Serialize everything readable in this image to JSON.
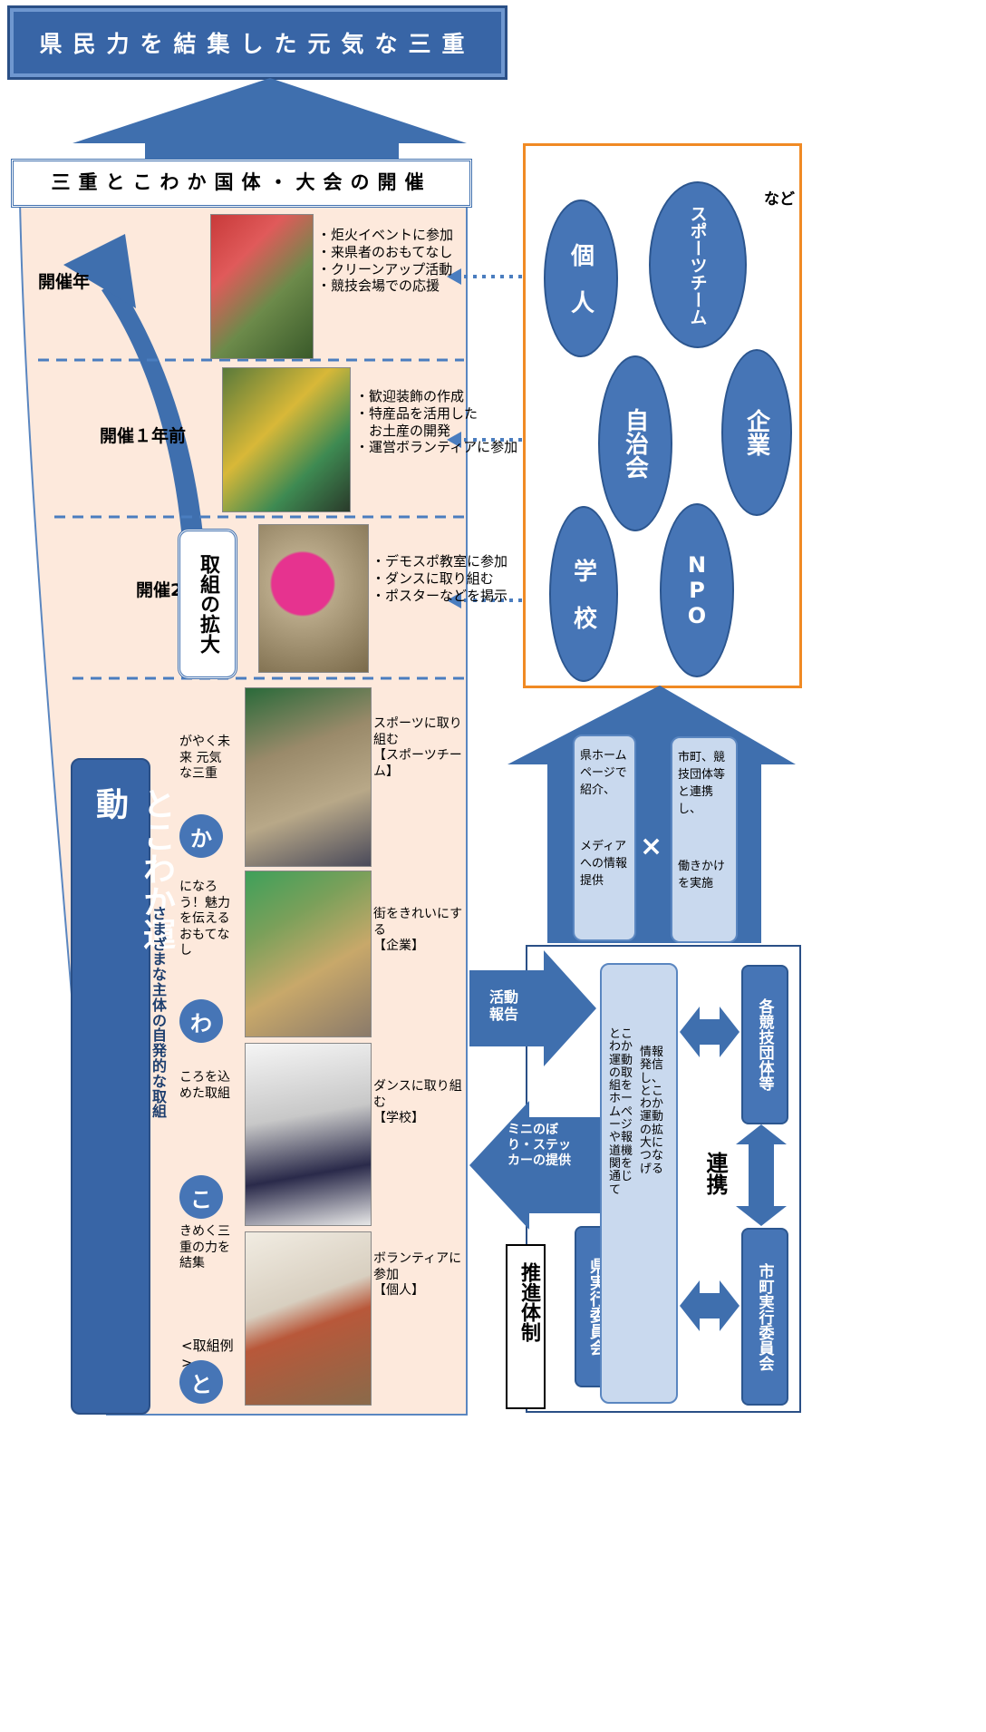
{
  "banner": {
    "title": "県民力を結集した元気な三重"
  },
  "event_box": {
    "title": "三重とこわか国体・大会の開催"
  },
  "movement": {
    "title": "とこわか運動",
    "subtitle": "さまざまな主体の自発的な取組",
    "examples_label": "<取組例>",
    "principles": [
      {
        "char": "と",
        "text": "きめく三重の力を結集"
      },
      {
        "char": "こ",
        "text": "ころを込めた取組"
      },
      {
        "char": "わ",
        "text": "になろう！魅力を伝えるおもてなし"
      },
      {
        "char": "か",
        "text": "がやく未来 元気な三重"
      }
    ],
    "examples": [
      {
        "line1": "ボランティアに参加",
        "line2": "【個人】"
      },
      {
        "line1": "ダンスに取り組む",
        "line2": "【学校】"
      },
      {
        "line1": "街をきれいにする",
        "line2": "【企業】"
      },
      {
        "line1": "スポーツに取り組む",
        "line2": "【スポーツチーム】"
      }
    ]
  },
  "timeline": {
    "expand_label": "取組の拡大",
    "periods": [
      {
        "label": "開催年",
        "items": [
          "・炬火イベントに参加",
          "・来県者のおもてなし",
          "・クリーンアップ活動",
          "・競技会場での応援"
        ]
      },
      {
        "label": "開催１年前",
        "items": [
          "・歓迎装飾の作成",
          "・特産品を活用した",
          "　お土産の開発",
          "・運営ボランティアに参加"
        ]
      },
      {
        "label": "開催2年前",
        "items": [
          "・デモスポ教室に参加",
          "・ダンスに取り組む",
          "・ポスターなどを掲示"
        ]
      }
    ]
  },
  "actors": {
    "items": [
      "個　人",
      "スポーツチーム",
      "自治会",
      "企業",
      "学　校",
      "NPO"
    ],
    "etc": "など"
  },
  "promotion": {
    "title": "推進体制",
    "pref_committee": "県実行委員会",
    "main_text_1": "とこわか運動の取組をホームページや報道機関を通じて",
    "main_text_2": "情報発信し、とこわか運動の拡大につなげる",
    "renkei": "連携",
    "town_committee": "市町実行委員会",
    "sports_orgs": "各競技団体等",
    "report_arrow": "活動報告",
    "supply_arrow": "ミニのぼり・ステッカーの提供"
  },
  "info": {
    "box1_1": "県ホームページで紹介、",
    "box1_2": "メディアへの情報提供",
    "cross": "×",
    "box2_1": "市町、競技団体等と連携し、",
    "box2_2": "働きかけを実施"
  },
  "colors": {
    "primary_blue": "#3f6fae",
    "peach": "#fde9dc",
    "orange": "#f08a24"
  }
}
